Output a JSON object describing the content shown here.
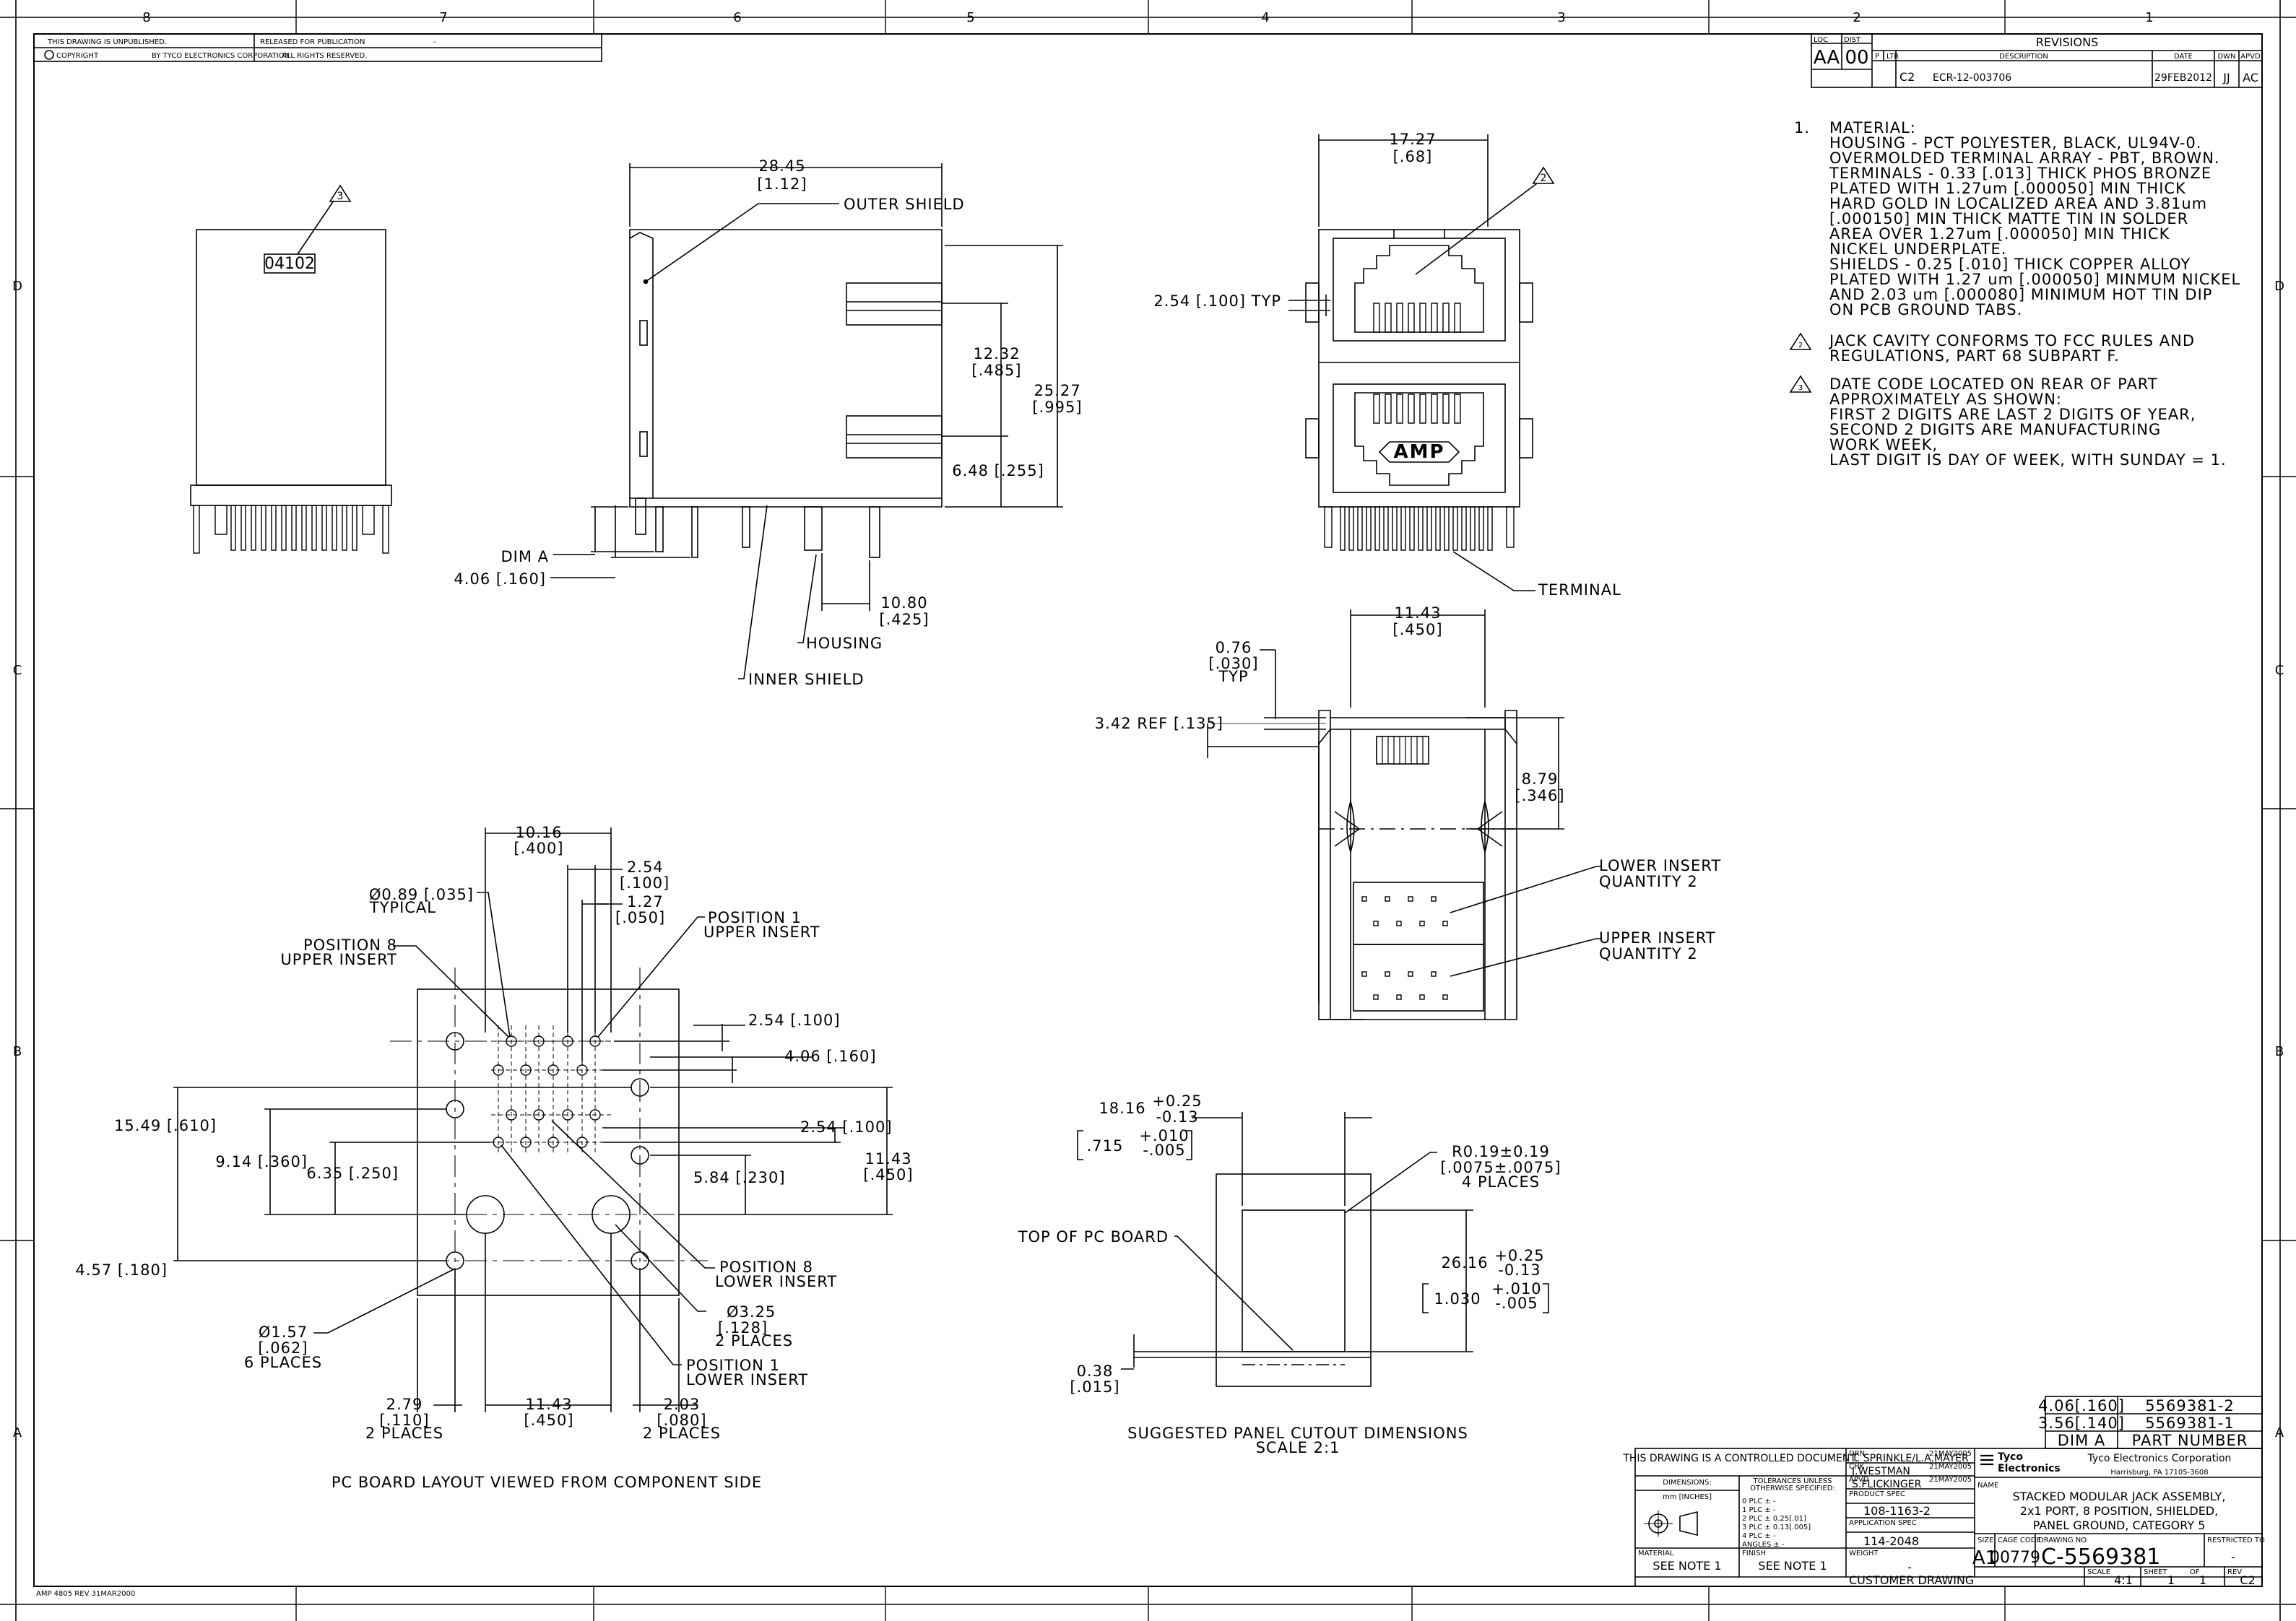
{
  "zones": {
    "cols": [
      "8",
      "7",
      "6",
      "5",
      "4",
      "3",
      "2",
      "1"
    ],
    "rows": [
      "D",
      "C",
      "B",
      "A"
    ]
  },
  "header": {
    "unpublished": "THIS DRAWING IS UNPUBLISHED.",
    "released": "RELEASED FOR PUBLICATION",
    "released_tail": "-",
    "copyright_prefix": "COPYRIGHT",
    "copyright_by": "BY TYCO ELECTRONICS CORPORATION",
    "rights": "ALL RIGHTS RESERVED."
  },
  "revisions": {
    "title": "REVISIONS",
    "loc_label": "LOC",
    "dist_label": "DIST",
    "loc": "AA",
    "dist": "00",
    "p_label": "P",
    "ltr_label": "LTR",
    "desc_label": "DESCRIPTION",
    "date_label": "DATE",
    "dwn_label": "DWN",
    "apvd_label": "APVD",
    "row": {
      "ltr": "C2",
      "desc": "ECR-12-003706",
      "date": "29FEB2012",
      "dwn": "JJ",
      "apvd": "AC"
    }
  },
  "notes": {
    "n1_num": "1.",
    "n1": [
      "MATERIAL:",
      "HOUSING - PCT POLYESTER, BLACK, UL94V-0.",
      "OVERMOLDED TERMINAL ARRAY - PBT, BROWN.",
      "TERMINALS - 0.33 [.013] THICK PHOS BRONZE",
      "PLATED WITH 1.27um [.000050] MIN THICK",
      "HARD GOLD IN LOCALIZED AREA AND 3.81um",
      "[.000150] MIN THICK MATTE TIN IN SOLDER",
      "AREA OVER 1.27um [.000050] MIN THICK",
      "NICKEL UNDERPLATE.",
      "SHIELDS - 0.25 [.010] THICK COPPER ALLOY",
      "PLATED WITH 1.27 um [.000050] MINMUM NICKEL",
      "AND 2.03 um [.000080]  MINIMUM HOT TIN DIP",
      "ON PCB GROUND TABS."
    ],
    "n2_num": "2",
    "n2": [
      "JACK CAVITY CONFORMS TO FCC RULES AND",
      "REGULATIONS, PART 68 SUBPART F."
    ],
    "n3_num": "3",
    "n3": [
      "DATE CODE LOCATED ON REAR OF PART",
      "APPROXIMATELY AS SHOWN:",
      "FIRST 2 DIGITS ARE LAST 2 DIGITS OF YEAR,",
      "SECOND 2 DIGITS ARE MANUFACTURING",
      "WORK WEEK,",
      "LAST DIGIT IS DAY OF WEEK, WITH SUNDAY = 1."
    ]
  },
  "rear_view": {
    "date_code": "04102",
    "flag": "3"
  },
  "side_view": {
    "width": "28.45",
    "width_in": "[1.12]",
    "outer_shield": "OUTER SHIELD",
    "dim1": "12.32",
    "dim1_in": "[.485]",
    "dim2": "25.27",
    "dim2_in": "[.995]",
    "dim3": "6.48 [.255]",
    "dim_a": "DIM A",
    "dim4": "4.06 [.160]",
    "dim5": "10.80",
    "dim5_in": "[.425]",
    "housing": "HOUSING",
    "inner_shield": "INNER SHIELD"
  },
  "front_view": {
    "width": "17.27",
    "width_in": "[.68]",
    "flag": "2",
    "pitch": "2.54 [.100] TYP",
    "logo": "AMP",
    "terminal": "TERMINAL"
  },
  "bottom_view": {
    "width": "11.43",
    "width_in": "[.450]",
    "d1": "0.76",
    "d1_in": "[.030]",
    "d1_typ": "TYP",
    "d2": "3.42 REF [.135]",
    "d3": "8.79",
    "d3_in": "[.346]",
    "lower_insert": "LOWER INSERT",
    "lower_qty": "QUANTITY 2",
    "upper_insert": "UPPER INSERT",
    "upper_qty": "QUANTITY 2"
  },
  "pcb": {
    "d_1016": "10.16",
    "d_1016_in": "[.400]",
    "d_254": "2.54",
    "d_254_in": "[.100]",
    "d_127": "1.27",
    "d_127_in": "[.050]",
    "hole089": "Ø0.89 [.035]",
    "typical": "TYPICAL",
    "pos1_upper_a": "POSITION 1",
    "pos1_upper_b": "UPPER INSERT",
    "pos8_upper_a": "POSITION 8",
    "pos8_upper_b": "UPPER INSERT",
    "r_254": "2.54 [.100]",
    "r_406": "4.06 [.160]",
    "r_254b": "2.54 [.100]",
    "l_1549": "15.49 [.610]",
    "l_914": "9.14 [.360]",
    "l_635": "6.35 [.250]",
    "r_584": "5.84 [.230]",
    "r_1143": "11.43",
    "r_1143_in": "[.450]",
    "l_457": "4.57 [.180]",
    "pos8_lower_a": "POSITION 8",
    "pos8_lower_b": "LOWER INSERT",
    "hole325": "Ø3.25",
    "hole325_in": "[.128]",
    "hole325_qty": "2 PLACES",
    "pos1_lower_a": "POSITION 1",
    "pos1_lower_b": "LOWER INSERT",
    "hole157": "Ø1.57",
    "hole157_in": "[.062]",
    "hole157_qty": "6 PLACES",
    "b_279": "2.79",
    "b_279_in": "[.110]",
    "b_279_qty": "2 PLACES",
    "b_1143": "11.43",
    "b_1143_in": "[.450]",
    "b_203": "2.03",
    "b_203_in": "[.080]",
    "b_203_qty": "2 PLACES",
    "caption": "PC BOARD LAYOUT VIEWED FROM COMPONENT SIDE"
  },
  "panel": {
    "w": "18.16",
    "w_tol_p": "+0.25",
    "w_tol_m": "-0.13",
    "w_in": ".715",
    "w_in_tol_p": "+.010",
    "w_in_tol_m": "-.005",
    "r": "R0.19±0.19",
    "r_in": "[.0075±.0075]",
    "r_qty": "4 PLACES",
    "top": "TOP OF PC BOARD",
    "h": "26.16",
    "h_tol_p": "+0.25",
    "h_tol_m": "-0.13",
    "h_in": "1.030",
    "h_in_tol_p": "+.010",
    "h_in_tol_m": "-.005",
    "t": "0.38",
    "t_in": "[.015]",
    "caption1": "SUGGESTED PANEL CUTOUT DIMENSIONS",
    "caption2": "SCALE 2:1"
  },
  "part_table": {
    "rows": [
      {
        "dim": "4.06[.160]",
        "pn": "5569381-2"
      },
      {
        "dim": "3.56[.140]",
        "pn": "5569381-1"
      }
    ],
    "h_dim": "DIM A",
    "h_pn": "PART NUMBER"
  },
  "title_block": {
    "controlled": "THIS DRAWING IS A CONTROLLED DOCUMENT.",
    "dimensions_label": "DIMENSIONS:",
    "dimensions_units": "mm [INCHES]",
    "tol_title1": "TOLERANCES UNLESS",
    "tol_title2": "OTHERWISE SPECIFIED:",
    "tol_rows": [
      "0 PLC   ± -",
      "1 PLC   ± -",
      "2 PLC   ± 0.25[.01]",
      "3 PLC   ± 0.13[.005]",
      "4 PLC   ± -",
      "ANGLES  ± -"
    ],
    "material_label": "MATERIAL",
    "material": "SEE NOTE 1",
    "finish_label": "FINISH",
    "finish": "SEE NOTE 1",
    "drn_label": "DRN",
    "drn": "T. SPRINKLE/L.A.MAYER",
    "drn_date": "21MAY2005",
    "chk_label": "CHK",
    "chk": "J.WESTMAN",
    "chk_date": "21MAY2005",
    "appvd_label": "APVD",
    "appvd": "S.FLICKINGER",
    "appvd_date": "21MAY2005",
    "prod_spec_label": "PRODUCT SPEC",
    "prod_spec": "108-1163-2",
    "app_spec_label": "APPLICATION SPEC",
    "app_spec": "114-2048",
    "weight_label": "WEIGHT",
    "weight": "-",
    "company": "Tyco Electronics Corporation",
    "location": "Harrisburg, PA 17105-3608",
    "logo1": "Tyco",
    "logo2": "Electronics",
    "name_label": "NAME",
    "name": [
      "STACKED MODULAR JACK ASSEMBLY,",
      "2x1 PORT, 8 POSITION, SHIELDED,",
      "PANEL GROUND, CATEGORY 5"
    ],
    "size_label": "SIZE",
    "size": "A1",
    "cage_label": "CAGE CODE",
    "cage": "00779",
    "dwg_label": "DRAWING NO",
    "dwg": "C-5569381",
    "restricted_label": "RESTRICTED TO",
    "restricted": "-",
    "customer": "CUSTOMER DRAWING",
    "scale_label": "SCALE",
    "scale": "4:1",
    "sheet_label": "SHEET",
    "sheet": "1",
    "of_label": "OF",
    "of": "1",
    "rev_label": "REV",
    "rev": "C2"
  },
  "form_id": "AMP 4805 REV 31MAR2000"
}
